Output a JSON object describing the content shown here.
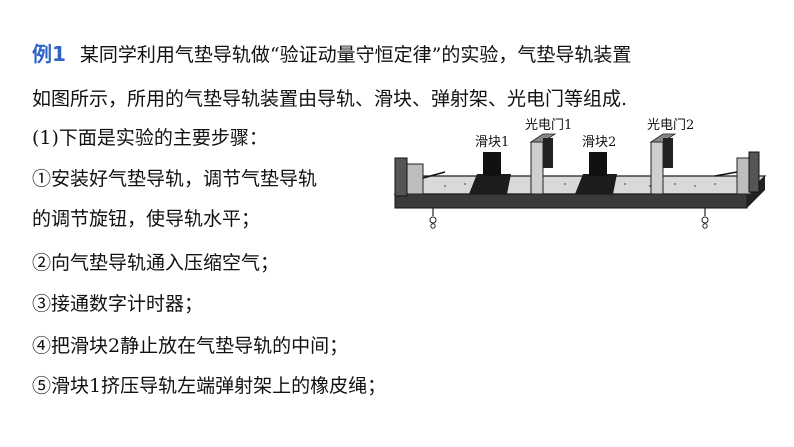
{
  "example": {
    "label": "例1",
    "intro_line1": "某同学利用气垫导轨做“验证动量守恒定律”的实验，气垫导轨装置",
    "intro_line2": "如图所示，所用的气垫导轨装置由导轨、滑块、弹射架、光电门等组成.",
    "steps_heading": "(1)下面是实验的主要步骤：",
    "step1_line1": "①安装好气垫导轨，调节气垫导轨",
    "step1_line2": "的调节旋钮，使导轨水平；",
    "step2": "②向气垫导轨通入压缩空气；",
    "step3": "③接通数字计时器；",
    "step4": "④把滑块2静止放在气垫导轨的中间；",
    "step5": "⑤滑块1挤压导轨左端弹射架上的橡皮绳；"
  },
  "figure": {
    "label_slider1": "滑块1",
    "label_gate1": "光电门1",
    "label_slider2": "滑块2",
    "label_gate2": "光电门2"
  }
}
